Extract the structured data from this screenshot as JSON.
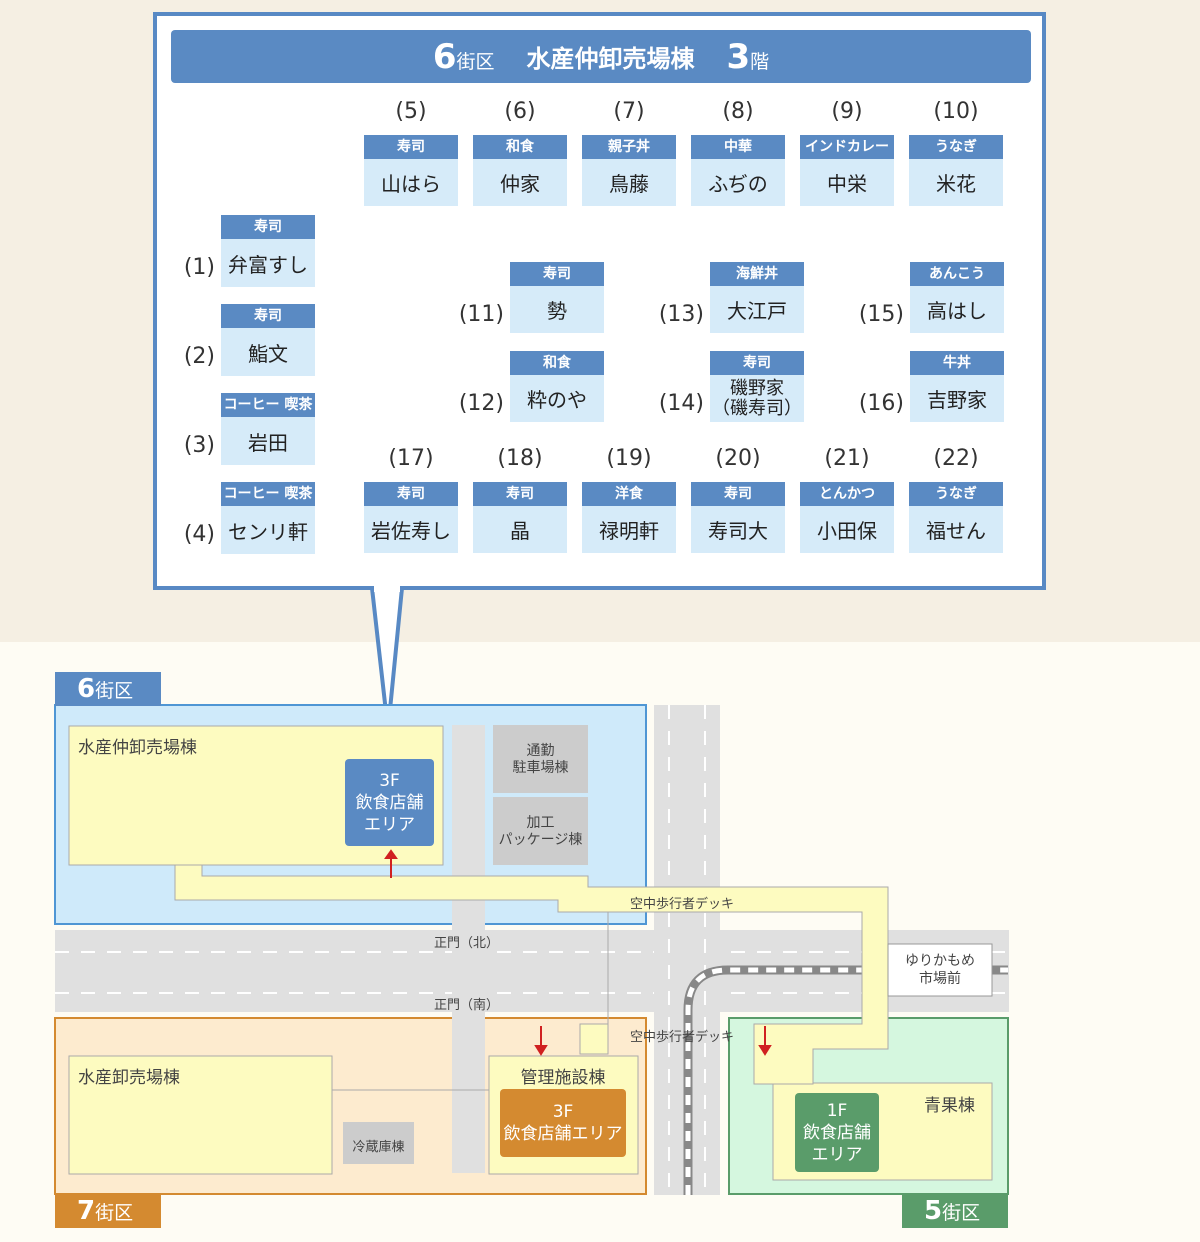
{
  "header": {
    "district_num": "6",
    "district_label": "街区",
    "building": "水産仲卸売場棟",
    "floor_num": "3",
    "floor_label": "階"
  },
  "shops": [
    {
      "num": "(1)",
      "category": "寿司",
      "name": "弁富すし"
    },
    {
      "num": "(2)",
      "category": "寿司",
      "name": "鮨文"
    },
    {
      "num": "(3)",
      "category": "コーヒー 喫茶",
      "name": "岩田"
    },
    {
      "num": "(4)",
      "category": "コーヒー 喫茶",
      "name": "センリ軒"
    },
    {
      "num": "(5)",
      "category": "寿司",
      "name": "山はら"
    },
    {
      "num": "(6)",
      "category": "和食",
      "name": "仲家"
    },
    {
      "num": "(7)",
      "category": "親子丼",
      "name": "鳥藤"
    },
    {
      "num": "(8)",
      "category": "中華",
      "name": "ふぢの"
    },
    {
      "num": "(9)",
      "category": "インドカレー",
      "name": "中栄"
    },
    {
      "num": "(10)",
      "category": "うなぎ",
      "name": "米花"
    },
    {
      "num": "(11)",
      "category": "寿司",
      "name": "勢"
    },
    {
      "num": "(12)",
      "category": "和食",
      "name": "粋のや"
    },
    {
      "num": "(13)",
      "category": "海鮮丼",
      "name": "大江戸"
    },
    {
      "num": "(14)",
      "category": "寿司",
      "name": "磯野家\n（磯寿司）"
    },
    {
      "num": "(15)",
      "category": "あんこう",
      "name": "高はし"
    },
    {
      "num": "(16)",
      "category": "牛丼",
      "name": "吉野家"
    },
    {
      "num": "(17)",
      "category": "寿司",
      "name": "岩佐寿し"
    },
    {
      "num": "(18)",
      "category": "寿司",
      "name": "晶"
    },
    {
      "num": "(19)",
      "category": "洋食",
      "name": "禄明軒"
    },
    {
      "num": "(20)",
      "category": "寿司",
      "name": "寿司大"
    },
    {
      "num": "(21)",
      "category": "とんかつ",
      "name": "小田保"
    },
    {
      "num": "(22)",
      "category": "うなぎ",
      "name": "福せん"
    }
  ],
  "map": {
    "district6": {
      "num": "6",
      "label": "街区"
    },
    "district7": {
      "num": "7",
      "label": "街区"
    },
    "district5": {
      "num": "5",
      "label": "街区"
    },
    "bldg_seafood_intermediate": "水産仲卸売場棟",
    "area_6": "3F\n飲食店舗\nエリア",
    "commuter_parking": "通勤\n駐車場棟",
    "processing_package": "加工\nパッケージ棟",
    "deck_upper": "空中歩行者デッキ",
    "deck_lower": "空中歩行者デッキ",
    "gate_north": "正門（北）",
    "gate_south": "正門（南）",
    "station": "ゆりかもめ\n市場前",
    "bldg_seafood_wholesale": "水産卸売場棟",
    "cold_storage": "冷蔵庫棟",
    "admin_building": "管理施設棟",
    "area_7": "3F\n飲食店舗エリア",
    "produce_building": "青果棟",
    "area_5": "1F\n飲食店舗\nエリア"
  },
  "colors": {
    "blue": "#5a8ac3",
    "light_blue": "#d6ebf9",
    "orange": "#d48a30",
    "green": "#5a9c6a",
    "yellow": "#fdfbc0"
  }
}
